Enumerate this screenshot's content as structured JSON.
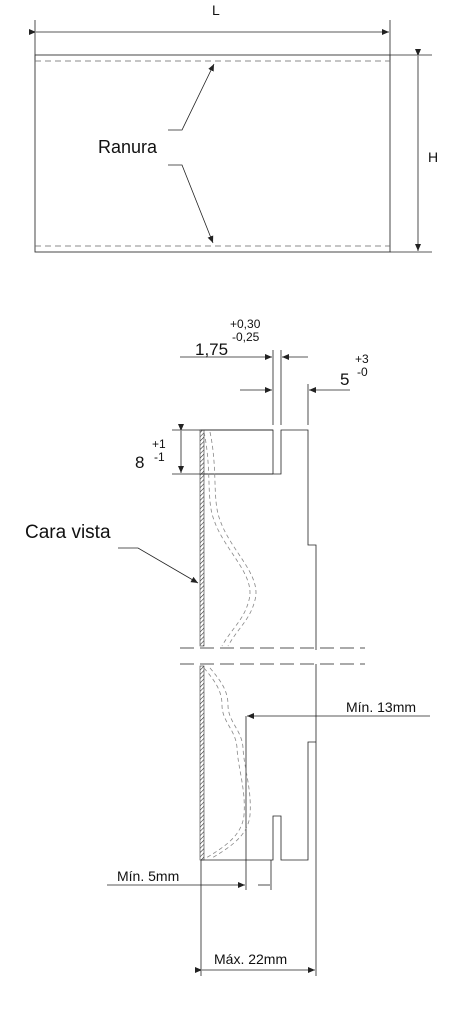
{
  "top_view": {
    "length_label": "L",
    "height_label": "H",
    "groove_label": "Ranura"
  },
  "profile": {
    "dim_groove_width": "1,75",
    "dim_groove_width_tol_plus": "+0,30",
    "dim_groove_width_tol_minus": "-0,25",
    "dim_groove_depth": "5",
    "dim_groove_depth_tol_plus": "+3",
    "dim_groove_depth_tol_minus": "-0",
    "dim_groove_height": "8",
    "dim_groove_height_tol_plus": "+1",
    "dim_groove_height_tol_minus": "-1",
    "face_label": "Cara vista",
    "min_13_label": "Mín. 13mm",
    "min_5_label": "Mín. 5mm",
    "max_22_label": "Máx. 22mm"
  }
}
